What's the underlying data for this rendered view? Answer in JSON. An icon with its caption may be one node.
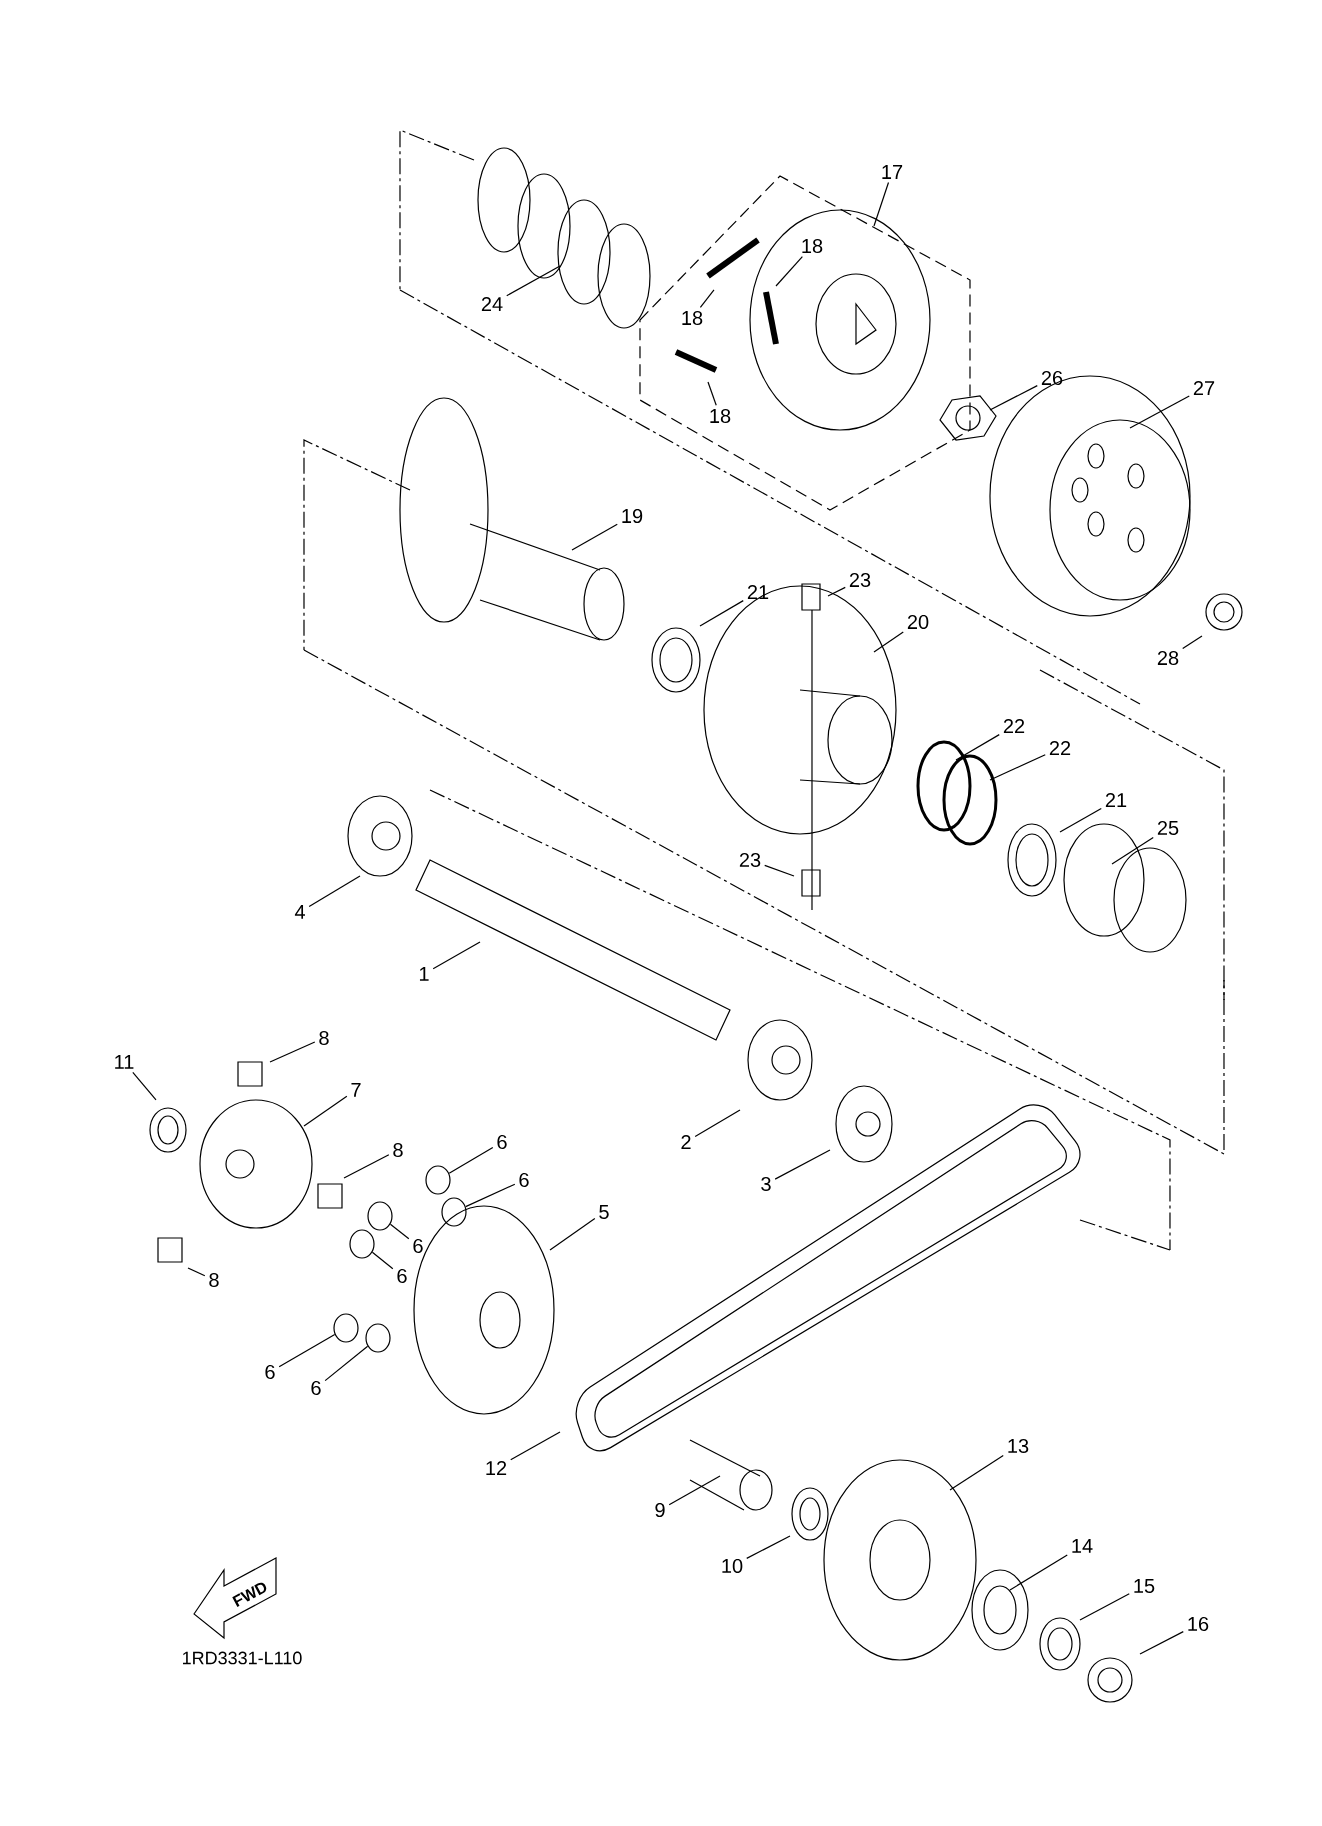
{
  "diagram": {
    "nodes": [
      {
        "text": [
          "17"
        ]
      },
      {
        "text": [
          "18"
        ]
      },
      {
        "text": [
          "24"
        ]
      },
      {
        "text": [
          "18"
        ]
      },
      {
        "text": [
          "26"
        ]
      },
      {
        "text": [
          "27"
        ]
      },
      {
        "text": [
          "18"
        ]
      },
      {
        "text": [
          "19"
        ]
      },
      {
        "text": [
          "23"
        ]
      },
      {
        "text": [
          "21"
        ]
      },
      {
        "text": [
          "20"
        ]
      },
      {
        "text": [
          "28"
        ]
      },
      {
        "text": [
          "22"
        ]
      },
      {
        "text": [
          "22"
        ]
      },
      {
        "text": [
          "21"
        ]
      },
      {
        "text": [
          "25"
        ]
      },
      {
        "text": [
          "23"
        ]
      },
      {
        "text": [
          "4"
        ]
      },
      {
        "text": [
          "1"
        ]
      },
      {
        "text": [
          "8"
        ]
      },
      {
        "text": [
          "11"
        ]
      },
      {
        "text": [
          "7"
        ]
      },
      {
        "text": [
          "8"
        ]
      },
      {
        "text": [
          "6"
        ]
      },
      {
        "text": [
          "2"
        ]
      },
      {
        "text": [
          "6"
        ]
      },
      {
        "text": [
          "3"
        ]
      },
      {
        "text": [
          "5"
        ]
      },
      {
        "text": [
          "6"
        ]
      },
      {
        "text": [
          "8"
        ]
      },
      {
        "text": [
          "6"
        ]
      },
      {
        "text": [
          "6"
        ]
      },
      {
        "text": [
          "6"
        ]
      },
      {
        "text": [
          "12"
        ]
      },
      {
        "text": [
          "13"
        ]
      },
      {
        "text": [
          "9"
        ]
      },
      {
        "text": [
          "14"
        ]
      },
      {
        "text": [
          "10"
        ]
      },
      {
        "text": [
          "15"
        ]
      },
      {
        "text": [
          "16"
        ]
      },
      {
        "text": [
          "FWD"
        ]
      },
      {
        "text": [],
        "shape": "cylinder"
      },
      {
        "text": [],
        "shape": "cylinder"
      },
      {
        "text": [],
        "shape": "cylinder"
      },
      {
        "text": [],
        "shape": "cylinder"
      },
      {
        "text": [],
        "shape": "cylinder"
      },
      {
        "text": [],
        "shape": "cylinder"
      }
    ],
    "edges": [
      {
        "from": 0,
        "to": null,
        "arrow": "none"
      },
      {
        "from": 1,
        "to": null,
        "arrow": "none"
      },
      {
        "from": 2,
        "to": null,
        "arrow": "none"
      },
      {
        "from": 3,
        "to": null,
        "arrow": "none"
      },
      {
        "from": 4,
        "to": null,
        "arrow": "none"
      },
      {
        "from": 5,
        "to": null,
        "arrow": "none"
      },
      {
        "from": 6,
        "to": null,
        "arrow": "none"
      },
      {
        "from": 7,
        "to": null,
        "arrow": "none"
      },
      {
        "from": 8,
        "to": null,
        "arrow": "none"
      },
      {
        "from": 9,
        "to": null,
        "arrow": "none"
      },
      {
        "from": 10,
        "to": null,
        "arrow": "none"
      },
      {
        "from": 11,
        "to": null,
        "arrow": "none"
      },
      {
        "from": 12,
        "to": null,
        "arrow": "none"
      },
      {
        "from": 13,
        "to": null,
        "arrow": "none"
      },
      {
        "from": 14,
        "to": null,
        "arrow": "none"
      },
      {
        "from": 15,
        "to": null,
        "arrow": "none"
      },
      {
        "from": 16,
        "to": null,
        "arrow": "none"
      },
      {
        "from": 17,
        "to": null,
        "arrow": "none"
      },
      {
        "from": 18,
        "to": null,
        "arrow": "none"
      },
      {
        "from": 19,
        "to": null,
        "arrow": "none"
      },
      {
        "from": 20,
        "to": null,
        "arrow": "none"
      },
      {
        "from": 21,
        "to": null,
        "arrow": "none"
      },
      {
        "from": 22,
        "to": null,
        "arrow": "none"
      },
      {
        "from": 23,
        "to": 41,
        "arrow": "none"
      },
      {
        "from": 24,
        "to": null,
        "arrow": "none"
      },
      {
        "from": 25,
        "to": 42,
        "arrow": "none"
      },
      {
        "from": 26,
        "to": null,
        "arrow": "none"
      },
      {
        "from": 27,
        "to": null,
        "arrow": "none"
      },
      {
        "from": 28,
        "to": 43,
        "arrow": "none"
      },
      {
        "from": 29,
        "to": null,
        "arrow": "none"
      },
      {
        "from": 30,
        "to": 44,
        "arrow": "none"
      },
      {
        "from": 31,
        "to": 45,
        "arrow": "none"
      },
      {
        "from": 32,
        "to": 46,
        "arrow": "none"
      },
      {
        "from": 33,
        "to": null,
        "arrow": "none"
      },
      {
        "from": 34,
        "to": null,
        "arrow": "none"
      },
      {
        "from": 35,
        "to": null,
        "arrow": "none"
      },
      {
        "from": 36,
        "to": null,
        "arrow": "none"
      },
      {
        "from": 37,
        "to": null,
        "arrow": "none"
      },
      {
        "from": 38,
        "to": null,
        "arrow": "none"
      },
      {
        "from": 39,
        "to": null,
        "arrow": "none"
      }
    ],
    "labels": [
      "1RD3331-L110"
    ]
  }
}
